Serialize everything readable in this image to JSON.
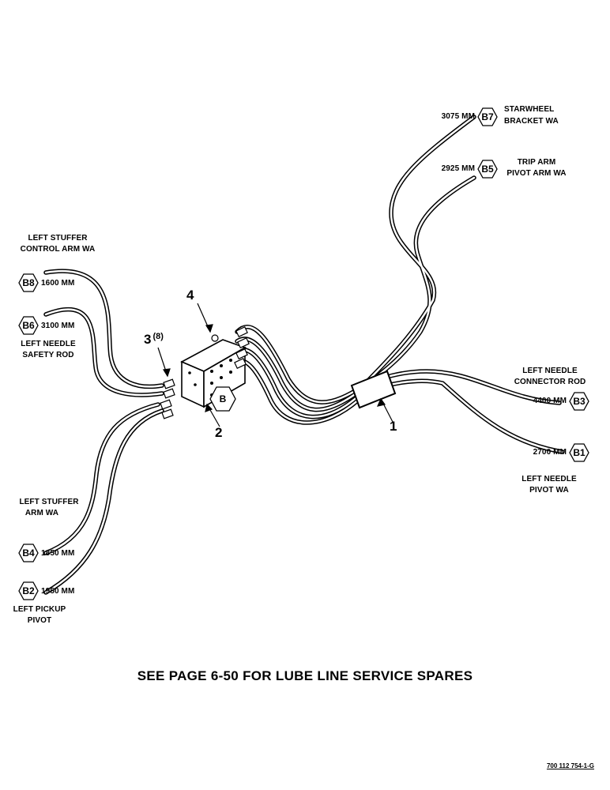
{
  "callouts": {
    "c1": {
      "num": "1"
    },
    "c2": {
      "num": "2"
    },
    "c3": {
      "num": "3",
      "qty": "(8)"
    },
    "c4": {
      "num": "4"
    }
  },
  "block_tag": "B",
  "lines": {
    "B7": {
      "tag": "B7",
      "length": "3075 MM",
      "desc1": "STARWHEEL",
      "desc2": "BRACKET WA"
    },
    "B5": {
      "tag": "B5",
      "length": "2925 MM",
      "desc1": "TRIP ARM",
      "desc2": "PIVOT ARM WA"
    },
    "B8": {
      "tag": "B8",
      "length": "1600 MM",
      "desc1": "LEFT STUFFER",
      "desc2": "CONTROL ARM WA"
    },
    "B6": {
      "tag": "B6",
      "length": "3100 MM",
      "desc1": "LEFT NEEDLE",
      "desc2": "SAFETY ROD"
    },
    "B3": {
      "tag": "B3",
      "length": "4400 MM",
      "desc1": "LEFT NEEDLE",
      "desc2": "CONNECTOR ROD"
    },
    "B1": {
      "tag": "B1",
      "length": "2700 MM",
      "desc1": "LEFT NEEDLE",
      "desc2": "PIVOT WA"
    },
    "B4": {
      "tag": "B4",
      "length": "1850 MM",
      "desc1": "LEFT STUFFER",
      "desc2": "ARM WA"
    },
    "B2": {
      "tag": "B2",
      "length": "1950 MM",
      "desc1": "LEFT PICKUP",
      "desc2": "PIVOT"
    }
  },
  "footer": "SEE PAGE 6-50 FOR LUBE LINE SERVICE SPARES",
  "part_number": "700 112 754-1-G"
}
